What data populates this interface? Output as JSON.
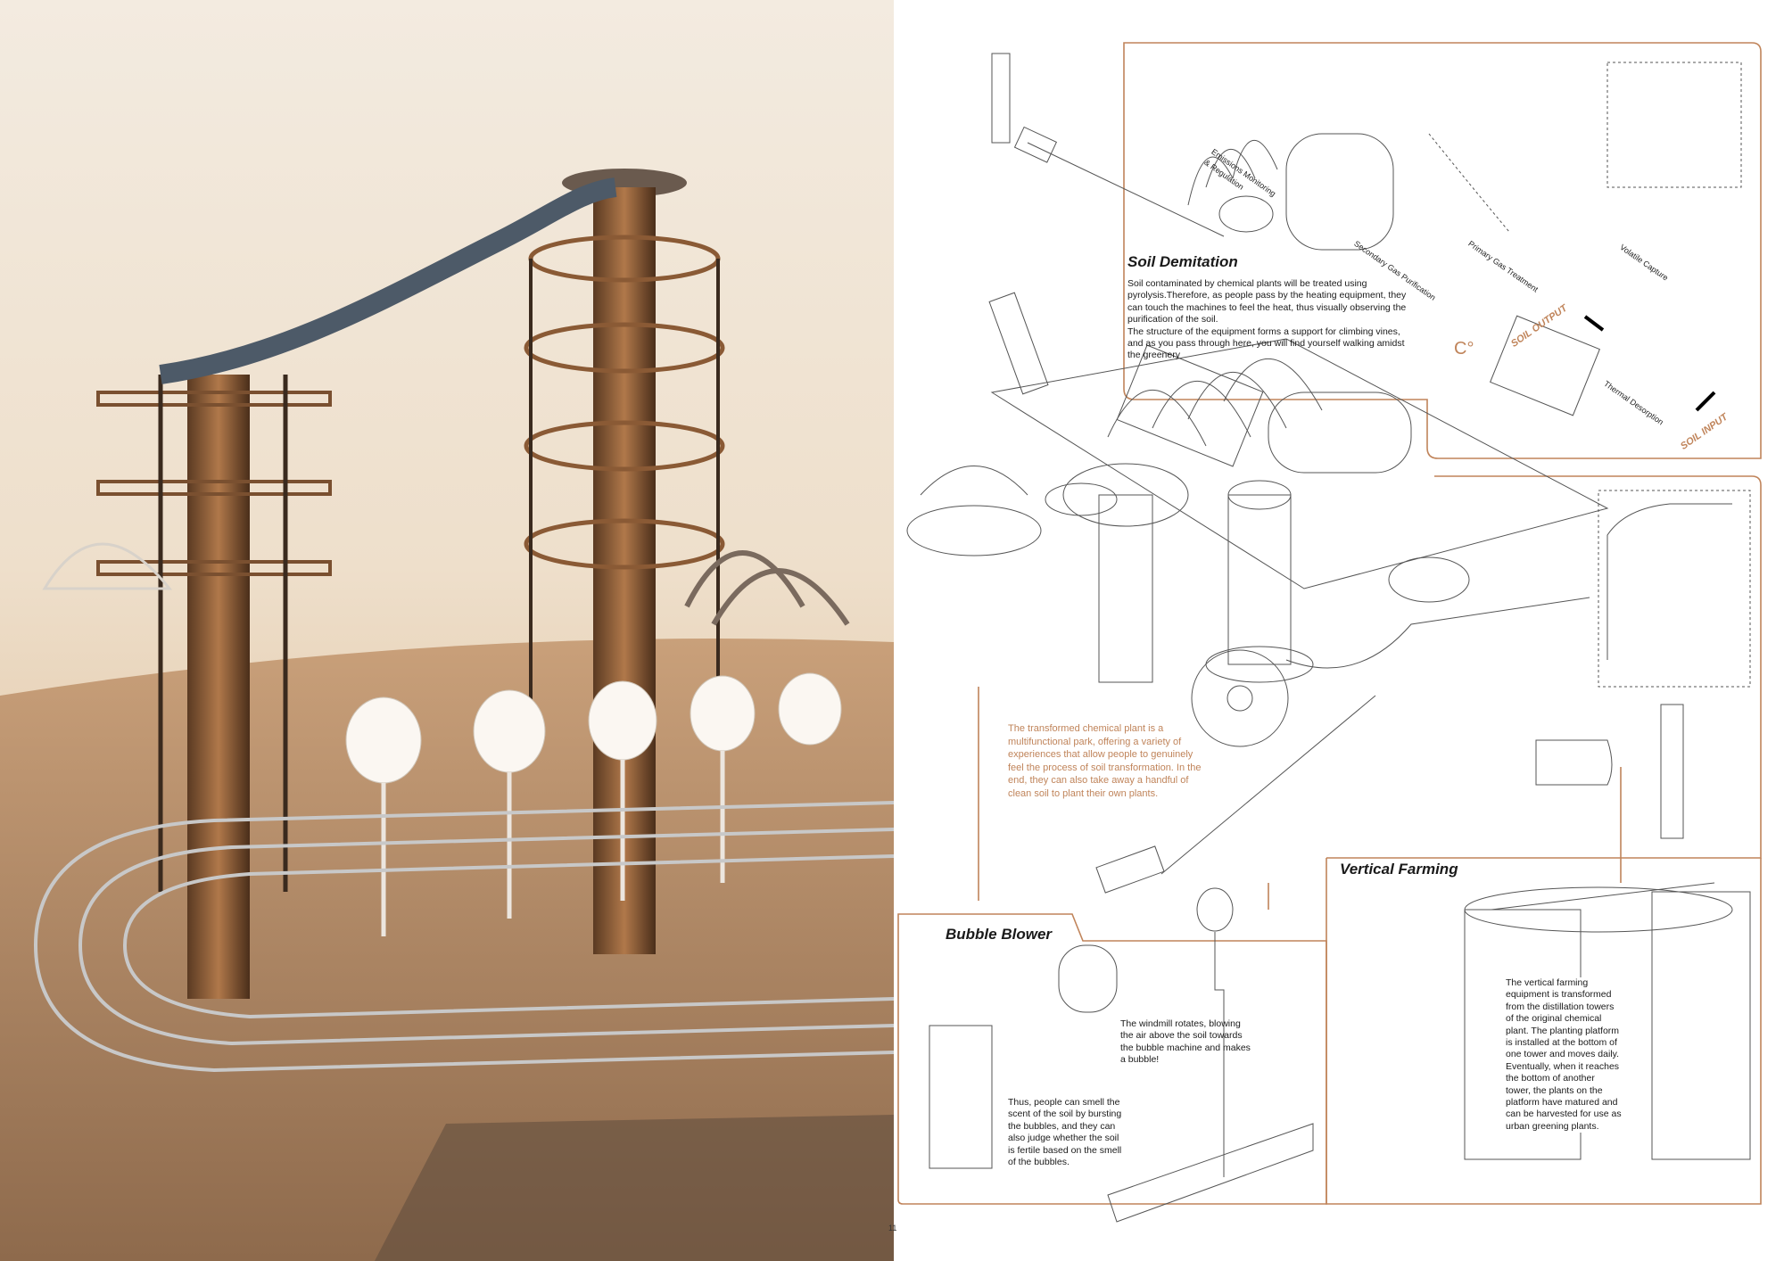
{
  "page_number": "11",
  "colors": {
    "accent": "#c0845a",
    "line": "#555555",
    "rust": "#8a5a35",
    "sky": "#f3ebe0"
  },
  "soil_demitation": {
    "title": "Soil Demitation",
    "lines": [
      "Soil contaminated by chemical plants will be treated using",
      "pyrolysis.Therefore, as people pass by the heating equipment, they",
      "can touch the machines to feel the heat, thus visually observing the",
      "purification of the soil.",
      "The structure of the equipment forms a support for climbing vines,",
      "and as you pass through here, you will find yourself walking amidst",
      "the greenery"
    ]
  },
  "process_labels": {
    "emissions_1": "Emissions Monitoring",
    "emissions_2": "& Regulation",
    "secondary_gas": "Secondary Gas Purification",
    "primary_gas": "Primary Gas Treatment",
    "volatile": "Volatile Capture",
    "thermal": "Thermal Desorption",
    "soil_output": "SOIL OUTPUT",
    "soil_input": "SOIL INPUT",
    "temp_symbol": "C°"
  },
  "park_intro": {
    "lines": [
      "The transformed chemical plant is a",
      "multifunctional park, offering a variety of",
      "experiences that allow people to genuinely",
      "feel the process of soil transformation. In the",
      "end, they can also take away a handful of",
      "clean soil to plant their own plants."
    ]
  },
  "bubble_blower": {
    "title": "Bubble Blower",
    "windmill_lines": [
      "The windmill rotates, blowing",
      "the air above the soil towards",
      "the bubble machine and makes",
      "a bubble!"
    ],
    "smell_lines": [
      "Thus, people can smell the",
      "scent of the soil by bursting",
      "the bubbles, and they can",
      "also judge whether the soil",
      "is fertile based on the smell",
      "of the bubbles."
    ]
  },
  "vertical_farming": {
    "title": "Vertical Farming",
    "lines": [
      "The vertical farming",
      "equipment is transformed",
      "from the distillation towers",
      "of the original chemical",
      "plant. The planting platform",
      "is installed at the bottom of",
      "one tower and moves daily.",
      "Eventually, when it reaches",
      "the bottom of another",
      "tower, the plants on the",
      "platform have matured and",
      "can be harvested for use as",
      "urban greening plants."
    ]
  }
}
